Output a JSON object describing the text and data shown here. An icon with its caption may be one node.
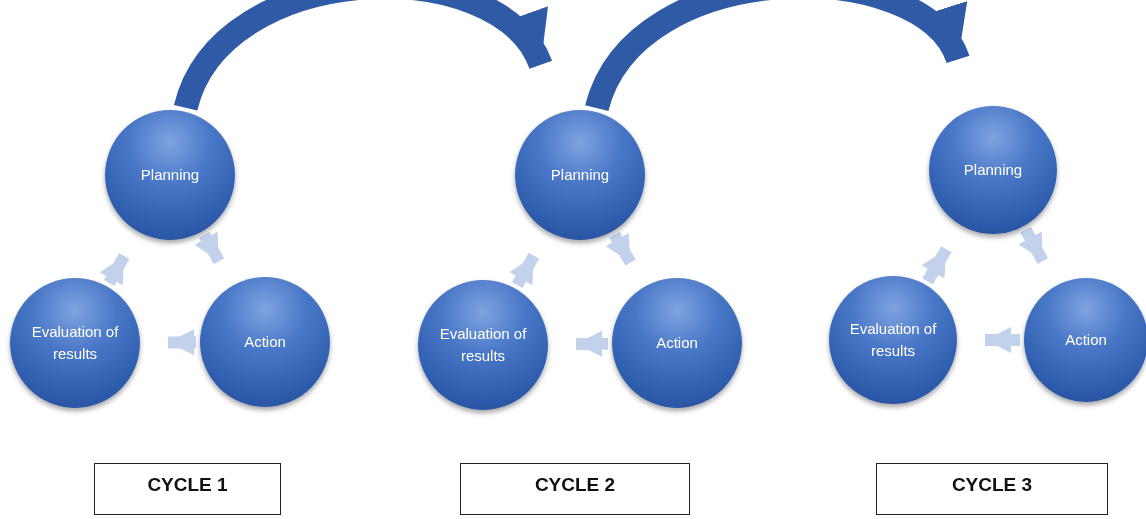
{
  "diagram": {
    "nodes": [
      {
        "text": [
          "Planning"
        ]
      },
      {
        "text": [
          "Evaluation of results"
        ]
      },
      {
        "text": [
          "Action"
        ]
      },
      {
        "text": [
          "Planning"
        ]
      },
      {
        "text": [
          "Evaluation of results"
        ]
      },
      {
        "text": [
          "Action"
        ]
      },
      {
        "text": [
          "Planning"
        ]
      },
      {
        "text": [
          "Evaluation of results"
        ]
      },
      {
        "text": [
          "Action"
        ]
      },
      {
        "text": [
          "CYCLE 1"
        ]
      },
      {
        "text": [
          "CYCLE 2"
        ]
      },
      {
        "text": [
          "CYCLE 3"
        ]
      }
    ],
    "edges": [
      {
        "from": 0,
        "to": 2,
        "arrow": "to"
      },
      {
        "from": 2,
        "to": 1,
        "arrow": "to"
      },
      {
        "from": 1,
        "to": 0,
        "arrow": "to"
      },
      {
        "from": 3,
        "to": 5,
        "arrow": "to"
      },
      {
        "from": 5,
        "to": 4,
        "arrow": "to"
      },
      {
        "from": 4,
        "to": 3,
        "arrow": "to"
      },
      {
        "from": 6,
        "to": 8,
        "arrow": "to"
      },
      {
        "from": 8,
        "to": 7,
        "arrow": "to"
      },
      {
        "from": 7,
        "to": 6,
        "arrow": "to"
      },
      {
        "from": 0,
        "to": 3,
        "arrow": "to",
        "style": "thick",
        "color": "#2f5aa6"
      },
      {
        "from": 3,
        "to": 6,
        "arrow": "to",
        "style": "thick",
        "color": "#2f5aa6"
      }
    ]
  }
}
